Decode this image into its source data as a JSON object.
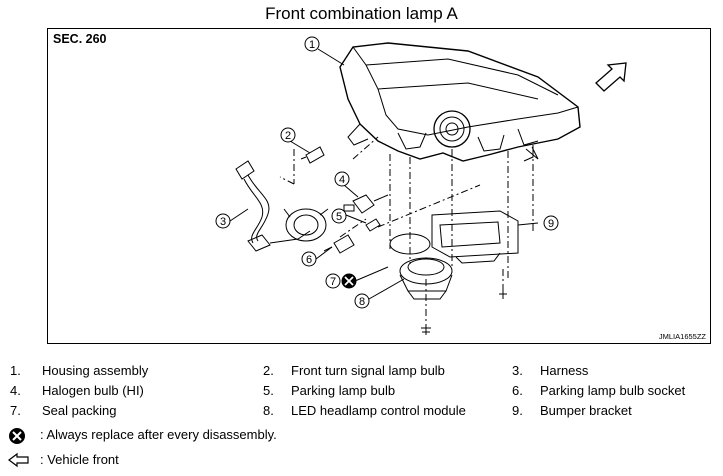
{
  "title": "Front combination lamp A",
  "section": "SEC. 260",
  "figure_code": "JMLIA1655ZZ",
  "callouts": [
    "1",
    "2",
    "3",
    "4",
    "5",
    "6",
    "7",
    "8",
    "9"
  ],
  "legend": [
    {
      "num": "1.",
      "label": "Housing assembly"
    },
    {
      "num": "2.",
      "label": "Front turn signal lamp bulb"
    },
    {
      "num": "3.",
      "label": "Harness"
    },
    {
      "num": "4.",
      "label": "Halogen bulb (HI)"
    },
    {
      "num": "5.",
      "label": "Parking lamp bulb"
    },
    {
      "num": "6.",
      "label": "Parking lamp bulb socket"
    },
    {
      "num": "7.",
      "label": "Seal packing"
    },
    {
      "num": "8.",
      "label": "LED headlamp control module"
    },
    {
      "num": "9.",
      "label": "Bumper bracket"
    }
  ],
  "symbols": [
    {
      "icon": "replace-x-circle-icon",
      "text": ": Always replace after every disassembly."
    },
    {
      "icon": "vehicle-front-arrow-icon",
      "text": ": Vehicle front"
    }
  ]
}
